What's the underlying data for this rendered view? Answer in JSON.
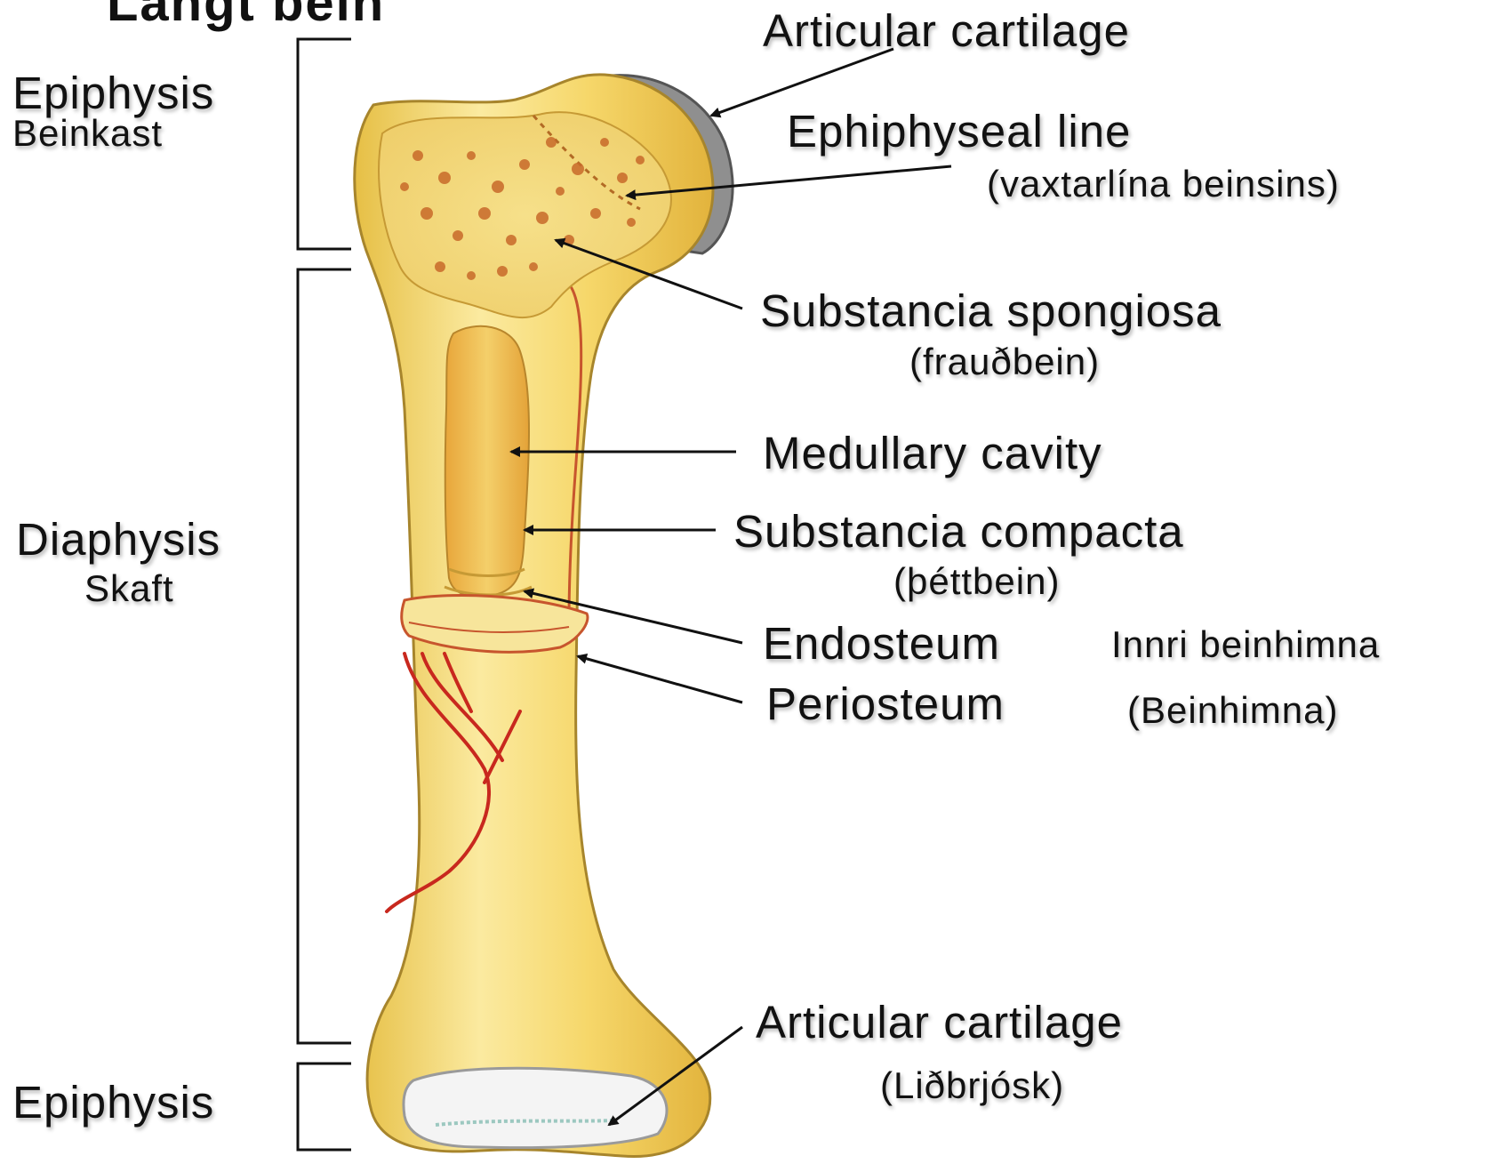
{
  "title": "Langt bein",
  "regions": {
    "epiphysis_top": {
      "name": "Epiphysis",
      "local": "Beinkast"
    },
    "diaphysis": {
      "name": "Diaphysis",
      "local": "Skaft"
    },
    "epiphysis_bottom": {
      "name": "Epiphysis"
    }
  },
  "labels": {
    "articular_cartilage_top": "Articular cartilage",
    "epiphyseal_line": "Ephiphyseal line",
    "epiphyseal_line_local": "(vaxtarlína beinsins)",
    "spongiosa": "Substancia spongiosa",
    "spongiosa_local": "(frauðbein)",
    "medullary": "Medullary cavity",
    "compacta": "Substancia compacta",
    "compacta_local": "(þéttbein)",
    "endosteum": "Endosteum",
    "endosteum_local": "Innri beinhimna",
    "periosteum": "Periosteum",
    "periosteum_local": "(Beinhimna)",
    "articular_cartilage_bottom": "Articular cartilage",
    "articular_cartilage_bottom_local": "(Liðbrjósk)"
  },
  "colors": {
    "bone": "#f3dc7a",
    "bone_light": "#fbf0b5",
    "spongy_red": "#d2782e",
    "vessel": "#c8281e",
    "cartilage": "#9a9a9a",
    "line": "#111111"
  }
}
